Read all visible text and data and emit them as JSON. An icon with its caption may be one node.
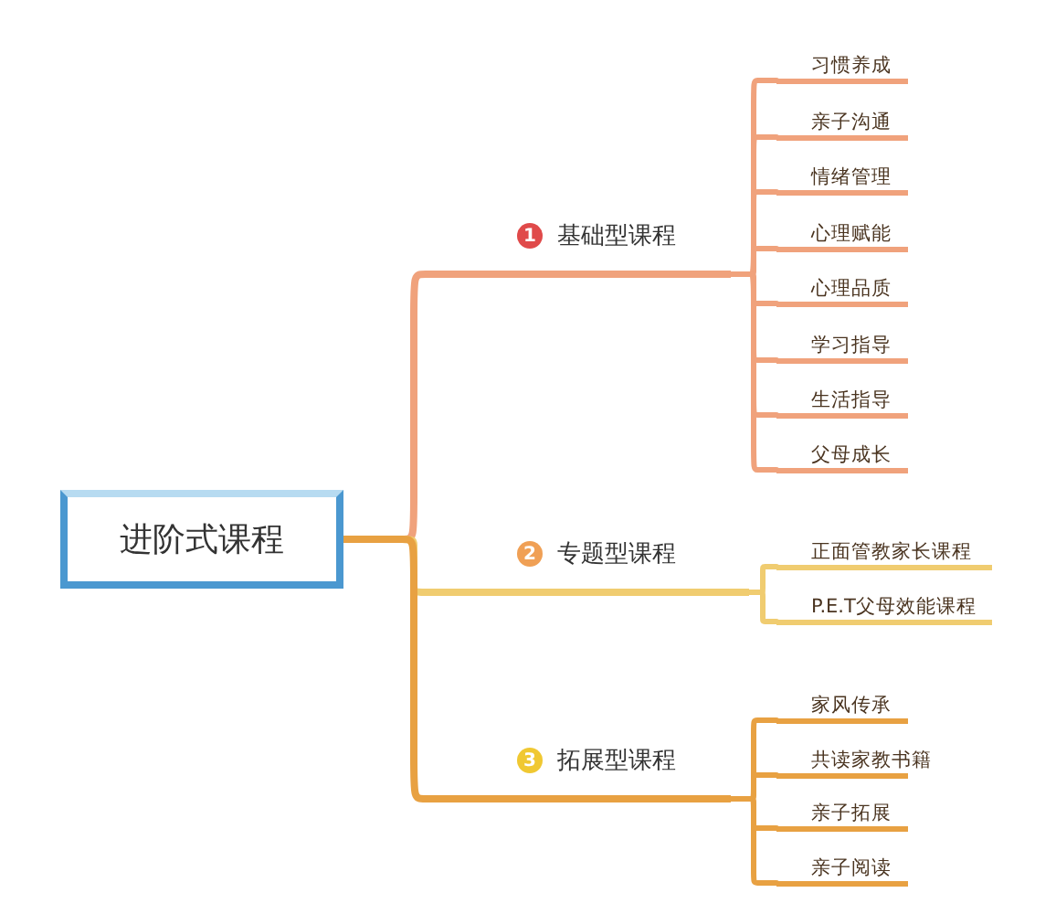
{
  "diagram": {
    "nodes": [
      {
        "text": [
          "进阶式课程"
        ]
      },
      {
        "text": [
          "1",
          "基础型课程"
        ]
      },
      {
        "text": [
          "习惯养成"
        ]
      },
      {
        "text": [
          "亲子沟通"
        ]
      },
      {
        "text": [
          "情绪管理"
        ]
      },
      {
        "text": [
          "心理赋能"
        ]
      },
      {
        "text": [
          "心理品质"
        ]
      },
      {
        "text": [
          "学习指导"
        ]
      },
      {
        "text": [
          "生活指导"
        ]
      },
      {
        "text": [
          "父母成长"
        ]
      },
      {
        "text": [
          "2",
          "专题型课程"
        ]
      },
      {
        "text": [
          "正面管教家长课程"
        ]
      },
      {
        "text": [
          "P.E.T父母效能课程"
        ]
      },
      {
        "text": [
          "3",
          "拓展型课程"
        ]
      },
      {
        "text": [
          "家风传承"
        ]
      },
      {
        "text": [
          "共读家教书籍"
        ]
      },
      {
        "text": [
          "亲子拓展"
        ]
      },
      {
        "text": [
          "亲子阅读"
        ]
      }
    ],
    "edges": [
      {
        "from": 0,
        "to": 1,
        "arrow": "none",
        "color": "#f0a27c"
      },
      {
        "from": 1,
        "to": 2,
        "arrow": "none",
        "color": "#f0a27c"
      },
      {
        "from": 1,
        "to": 3,
        "arrow": "none",
        "color": "#f0a27c"
      },
      {
        "from": 1,
        "to": 4,
        "arrow": "none",
        "color": "#f0a27c"
      },
      {
        "from": 1,
        "to": 5,
        "arrow": "none",
        "color": "#f0a27c"
      },
      {
        "from": 1,
        "to": 6,
        "arrow": "none",
        "color": "#f0a27c"
      },
      {
        "from": 1,
        "to": 7,
        "arrow": "none",
        "color": "#f0a27c"
      },
      {
        "from": 1,
        "to": 8,
        "arrow": "none",
        "color": "#f0a27c"
      },
      {
        "from": 1,
        "to": 9,
        "arrow": "none",
        "color": "#f0a27c"
      },
      {
        "from": 0,
        "to": 10,
        "arrow": "none",
        "color": "#f0cc70"
      },
      {
        "from": 10,
        "to": 11,
        "arrow": "none",
        "color": "#f0cc70"
      },
      {
        "from": 10,
        "to": 12,
        "arrow": "none",
        "color": "#f0cc70"
      },
      {
        "from": 0,
        "to": 13,
        "arrow": "none",
        "color": "#e8a142"
      },
      {
        "from": 13,
        "to": 14,
        "arrow": "none",
        "color": "#e8a142"
      },
      {
        "from": 13,
        "to": 15,
        "arrow": "none",
        "color": "#e8a142"
      },
      {
        "from": 13,
        "to": 16,
        "arrow": "none",
        "color": "#e8a142"
      },
      {
        "from": 13,
        "to": 17,
        "arrow": "none",
        "color": "#e8a142"
      }
    ]
  }
}
